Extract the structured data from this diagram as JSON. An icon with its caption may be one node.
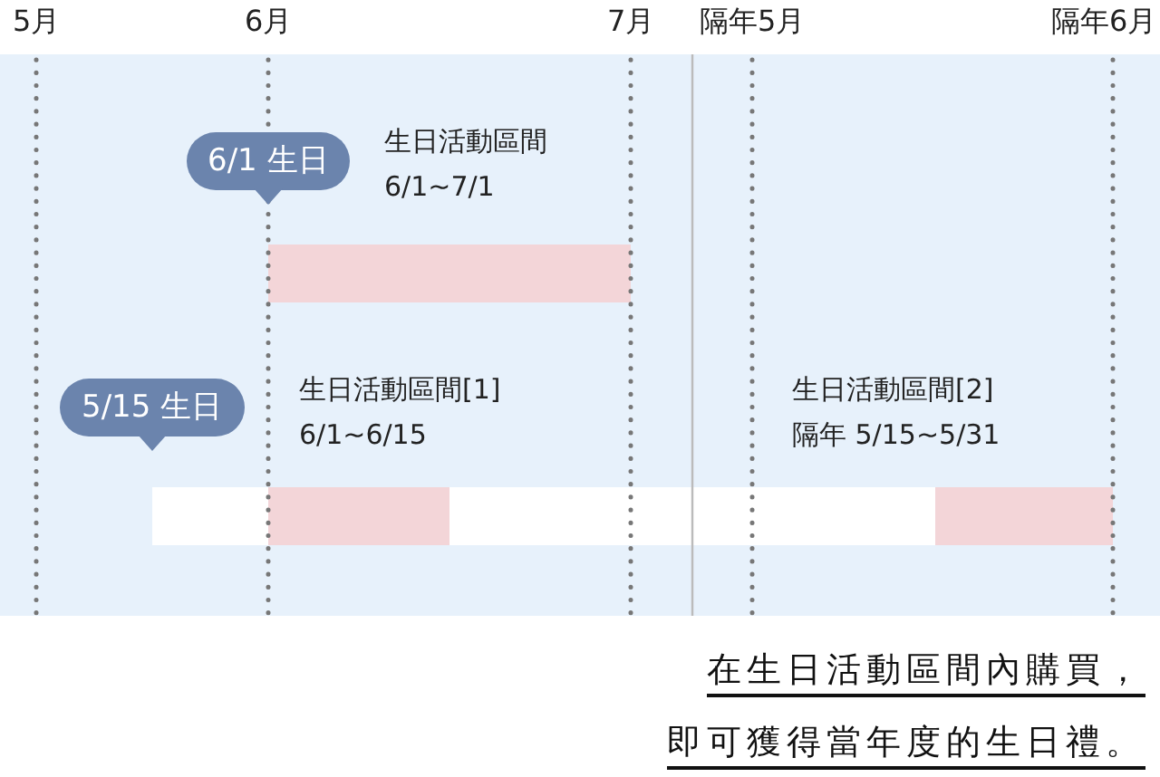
{
  "diagram": {
    "caption": "在生日活動區間內購買，即可獲得當年度的生日禮。",
    "nodes": [
      {
        "text": [
          "6/1 生日"
        ]
      },
      {
        "text": [
          "5/15 生日"
        ]
      },
      {
        "text": [],
        "shape": "bar"
      },
      {
        "text": [],
        "shape": "bar"
      },
      {
        "text": [],
        "shape": "bar"
      }
    ],
    "labels": [
      "5月",
      "6月",
      "7月",
      "隔年5月",
      "隔年6月",
      "生日活動區間",
      "6/1~7/1",
      "生日活動區間[1]",
      "6/1~6/15",
      "生日活動區間[2]",
      "隔年 5/15~5/31"
    ]
  }
}
